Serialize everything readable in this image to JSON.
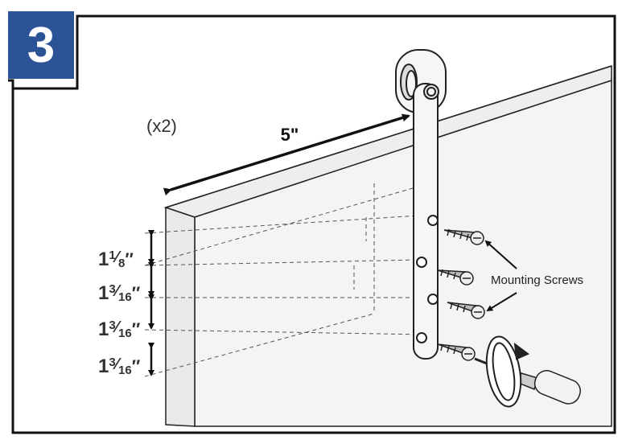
{
  "step_number": "3",
  "quantity_label": "(x2)",
  "width_label": "5\"",
  "spacing": [
    {
      "whole": "1",
      "num": "1",
      "den": "8",
      "unit": "″"
    },
    {
      "whole": "1",
      "num": "3",
      "den": "16",
      "unit": "″"
    },
    {
      "whole": "1",
      "num": "3",
      "den": "16",
      "unit": "″"
    },
    {
      "whole": "1",
      "num": "3",
      "den": "16",
      "unit": "″"
    }
  ],
  "callout_label": "Mounting Screws",
  "colors": {
    "badge": "#2b5396",
    "line": "#111111",
    "panel": "#f3f3f3",
    "strap": "#f6f6f6"
  }
}
